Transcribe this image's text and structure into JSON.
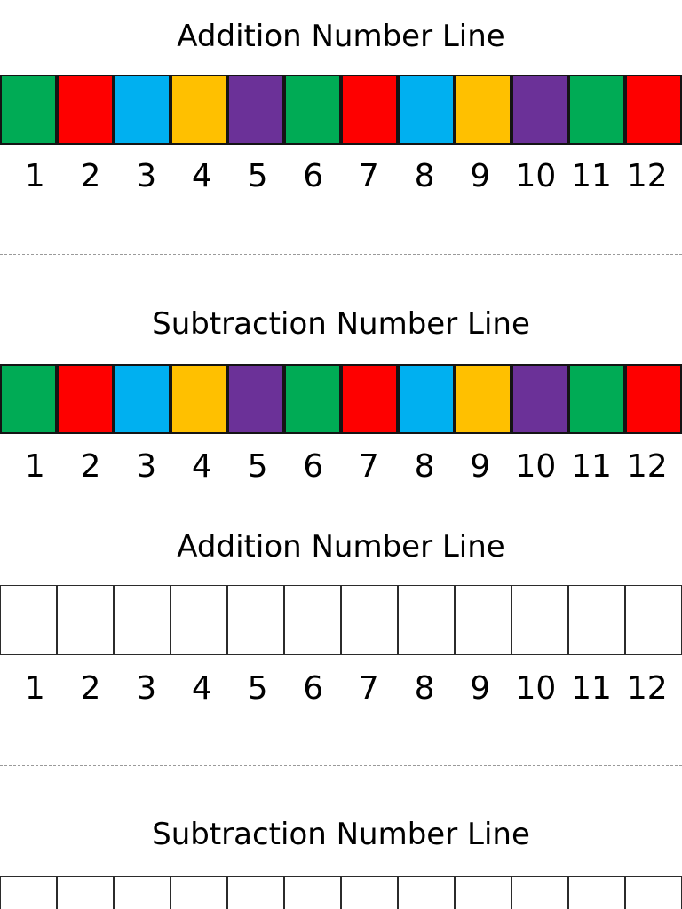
{
  "colors": {
    "green": "#00AB55",
    "red": "#FE0000",
    "blue": "#00B0F0",
    "yellow": "#FFC000",
    "purple": "#6B3198",
    "cell_border": "#141414",
    "blank_cell_fill": "#FFFFFF",
    "divider": "#9A9A9A",
    "text": "#000000",
    "page_background": "#FFFFFF"
  },
  "numbers": [
    "1",
    "2",
    "3",
    "4",
    "5",
    "6",
    "7",
    "8",
    "9",
    "10",
    "11",
    "12"
  ],
  "cell_colors": [
    "green",
    "red",
    "blue",
    "yellow",
    "purple",
    "green",
    "red",
    "blue",
    "yellow",
    "purple",
    "green",
    "red"
  ],
  "sections": [
    {
      "title": "Addition Number Line",
      "style": "colored",
      "show_numbers": true
    },
    {
      "title": "Subtraction Number Line",
      "style": "colored",
      "show_numbers": true
    },
    {
      "title": "Addition Number Line",
      "style": "blank",
      "show_numbers": true
    },
    {
      "title": "Subtraction Number Line",
      "style": "blank",
      "show_numbers": false
    }
  ]
}
